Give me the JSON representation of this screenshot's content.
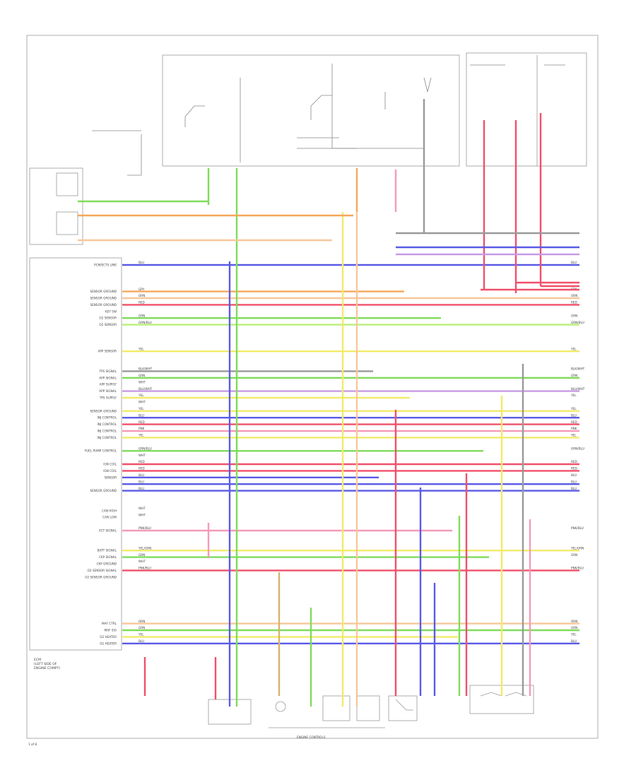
{
  "colors": {
    "red": "#f0506a",
    "blue": "#5a5ae6",
    "green": "#7fdc5a",
    "yellow": "#f2ea6a",
    "orange": "#f6a85a",
    "pink": "#f59ab8",
    "gray": "#9a9a9a",
    "tan": "#d6b46a",
    "peach": "#f7c79a",
    "lightgreen": "#b9ef7a",
    "lilac": "#c89ae6"
  },
  "ecm_pins": [
    {
      "label": "PCM/ECTS LINE",
      "color": "blue",
      "wire": "BLU"
    },
    {
      "label": "",
      "color": "",
      "wire": ""
    },
    {
      "label": "",
      "color": "",
      "wire": ""
    },
    {
      "label": "",
      "color": "",
      "wire": ""
    },
    {
      "label": "SENSOR GROUND",
      "color": "orange",
      "wire": "GRY"
    },
    {
      "label": "SENSOR GROUND",
      "color": "peach",
      "wire": "ORN"
    },
    {
      "label": "SENSOR GROUND",
      "color": "red",
      "wire": "RED"
    },
    {
      "label": "KEY SW",
      "color": "",
      "wire": ""
    },
    {
      "label": "O2 SENSOR",
      "color": "green",
      "wire": "GRN"
    },
    {
      "label": "O2 SENSOR",
      "color": "lightgreen",
      "wire": "GRN/BLU"
    },
    {
      "label": "",
      "color": "",
      "wire": ""
    },
    {
      "label": "",
      "color": "",
      "wire": ""
    },
    {
      "label": "",
      "color": "",
      "wire": ""
    },
    {
      "label": "APP SENSOR",
      "color": "yellow",
      "wire": "YEL"
    },
    {
      "label": "",
      "color": "",
      "wire": ""
    },
    {
      "label": "",
      "color": "",
      "wire": ""
    },
    {
      "label": "TPS SIGNAL",
      "color": "gray",
      "wire": "BLK/WHT"
    },
    {
      "label": "APP SIGNAL",
      "color": "green",
      "wire": "GRN"
    },
    {
      "label": "APP SUPPLY",
      "color": "",
      "wire": "WHT"
    },
    {
      "label": "APP SIGNAL",
      "color": "lilac",
      "wire": "BLU/WHT"
    },
    {
      "label": "TPS SUPPLY",
      "color": "yellow",
      "wire": "YEL"
    },
    {
      "label": "",
      "color": "",
      "wire": "WHT"
    },
    {
      "label": "SENSOR GROUND",
      "color": "yellow",
      "wire": "YEL"
    },
    {
      "label": "INJ CONTROL",
      "color": "blue",
      "wire": "BLU"
    },
    {
      "label": "INJ CONTROL",
      "color": "red",
      "wire": "RED"
    },
    {
      "label": "INJ CONTROL",
      "color": "pink",
      "wire": "PNK"
    },
    {
      "label": "INJ CONTROL",
      "color": "yellow",
      "wire": "YEL"
    },
    {
      "label": "",
      "color": "",
      "wire": ""
    },
    {
      "label": "FUEL PUMP CONTROL",
      "color": "green",
      "wire": "GRN/BLU"
    },
    {
      "label": "",
      "color": "",
      "wire": "WHT"
    },
    {
      "label": "IGN COIL",
      "color": "red",
      "wire": "RED"
    },
    {
      "label": "IGN COIL",
      "color": "red",
      "wire": "RED"
    },
    {
      "label": "SENSOR",
      "color": "blue",
      "wire": "BLU"
    },
    {
      "label": "",
      "color": "blue",
      "wire": "BLU"
    },
    {
      "label": "SENSOR GROUND",
      "color": "blue",
      "wire": "BLU"
    },
    {
      "label": "",
      "color": "",
      "wire": ""
    },
    {
      "label": "",
      "color": "",
      "wire": ""
    },
    {
      "label": "CAN HIGH",
      "color": "",
      "wire": "WHT"
    },
    {
      "label": "CAN LOW",
      "color": "",
      "wire": "WHT"
    },
    {
      "label": "",
      "color": "",
      "wire": ""
    },
    {
      "label": "ECT SIGNAL",
      "color": "pink",
      "wire": "PNK/BLU"
    },
    {
      "label": "",
      "color": "",
      "wire": ""
    },
    {
      "label": "",
      "color": "",
      "wire": ""
    },
    {
      "label": "BATT SIGNAL",
      "color": "yellow",
      "wire": "YEL/GRN"
    },
    {
      "label": "CKP SIGNAL",
      "color": "green",
      "wire": "GRN"
    },
    {
      "label": "CKP GROUND",
      "color": "",
      "wire": "WHT"
    },
    {
      "label": "O2 SENSOR SIGNAL",
      "color": "red",
      "wire": "PNK/BLU"
    },
    {
      "label": "O2 SENSOR GROUND",
      "color": "",
      "wire": ""
    },
    {
      "label": "",
      "color": "",
      "wire": ""
    },
    {
      "label": "",
      "color": "",
      "wire": ""
    },
    {
      "label": "",
      "color": "",
      "wire": ""
    },
    {
      "label": "",
      "color": "",
      "wire": ""
    },
    {
      "label": "",
      "color": "",
      "wire": ""
    },
    {
      "label": "",
      "color": "",
      "wire": ""
    },
    {
      "label": "MAF CTRL",
      "color": "peach",
      "wire": "ORN"
    },
    {
      "label": "MAF SIG",
      "color": "green",
      "wire": "GRN"
    },
    {
      "label": "O2 HEATER",
      "color": "yellow",
      "wire": "YEL"
    },
    {
      "label": "O2 HEATER",
      "color": "blue",
      "wire": "BLU"
    }
  ],
  "labels": {
    "ecm": "ECM\n(LEFT SIDE OF\nENGINE COMPT)",
    "footer_left": "1 of 8",
    "footer_center": "ENGINE CONTROLS"
  }
}
